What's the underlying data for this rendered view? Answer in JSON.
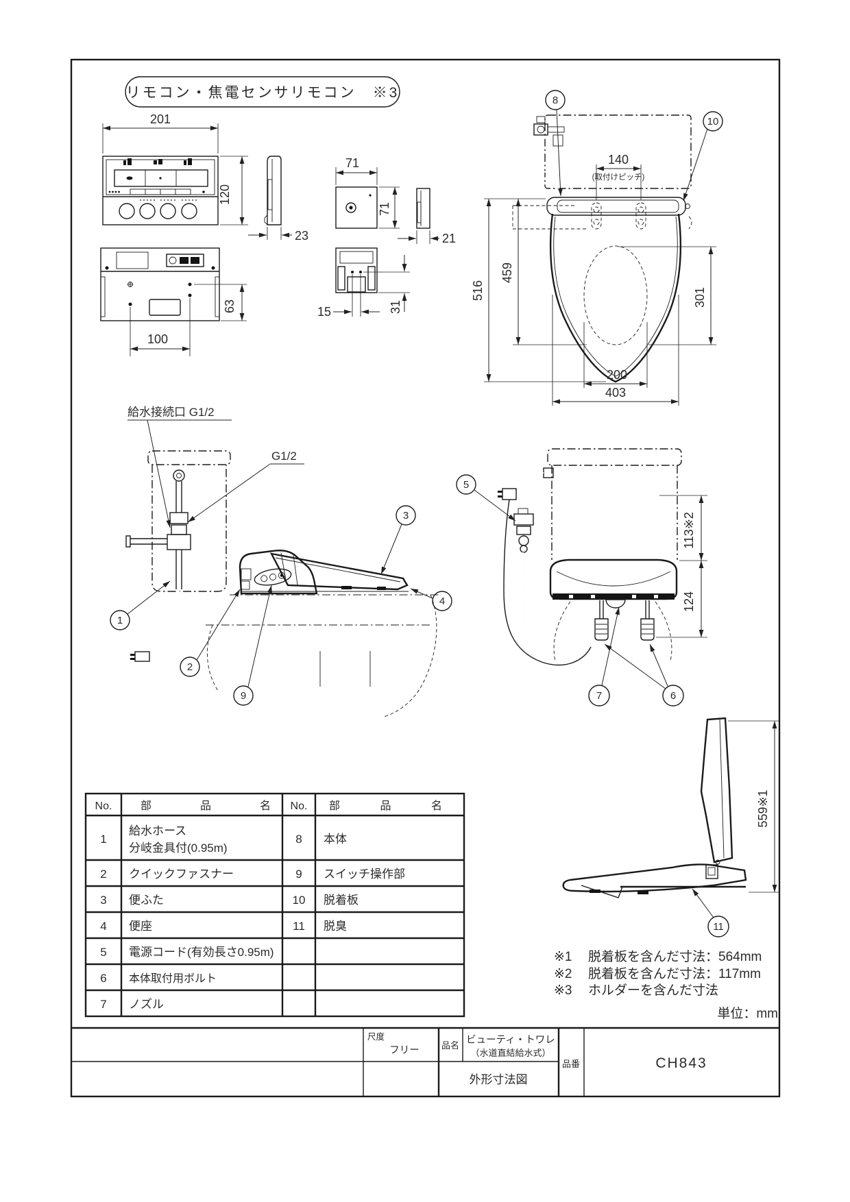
{
  "stadium_label": "リモコン・焦電センサリモコン　※3",
  "labels": {
    "water_inlet": "給水接続口 G1/2",
    "g12": "G1/2",
    "pitch_note": "(取付けピッチ)"
  },
  "dims": {
    "remote_width": "201",
    "remote_height": "120",
    "remote_depth": "23",
    "sensor_width": "71",
    "sensor_height": "71",
    "sensor_depth": "21",
    "remote_hole_height": "63",
    "remote_hole_pitch": "100",
    "sensor_hole_pitch": "15",
    "sensor_hole_height": "31",
    "mount_pitch": "140",
    "total_length": "516",
    "seat_length": "459",
    "opening_length": "301",
    "opening_width": "200",
    "seat_width": "403",
    "rear_height_upper": "113※2",
    "rear_height_lower": "124",
    "lid_open_height": "559※1"
  },
  "callouts": {
    "c1": "1",
    "c2": "2",
    "c3": "3",
    "c4": "4",
    "c5": "5",
    "c6": "6",
    "c7": "7",
    "c8": "8",
    "c9": "9",
    "c10": "10",
    "c11": "11"
  },
  "table": {
    "header_no": "No.",
    "header_name": "部　品　名",
    "left_rows": [
      {
        "no": "1",
        "name": "給水ホース",
        "name2": "分岐金具付(0.95m)"
      },
      {
        "no": "2",
        "name": "クイックファスナー"
      },
      {
        "no": "3",
        "name": "便ふた"
      },
      {
        "no": "4",
        "name": "便座"
      },
      {
        "no": "5",
        "name": "電源コード(有効長さ0.95m)"
      },
      {
        "no": "6",
        "name": "本体取付用ボルト"
      },
      {
        "no": "7",
        "name": "ノズル"
      }
    ],
    "right_rows": [
      {
        "no": "8",
        "name": "本体"
      },
      {
        "no": "9",
        "name": "スイッチ操作部"
      },
      {
        "no": "10",
        "name": "脱着板"
      },
      {
        "no": "11",
        "name": "脱臭"
      }
    ]
  },
  "notes": {
    "n1_ref": "※1",
    "n1": "脱着板を含んだ寸法：564mm",
    "n2_ref": "※2",
    "n2": "脱着板を含んだ寸法：117mm",
    "n3_ref": "※3",
    "n3": "ホルダーを含んだ寸法",
    "unit": "単位：mm"
  },
  "title_block": {
    "scale_label": "尺度",
    "scale_value": "フリー",
    "name_label": "品名",
    "product_name": "ビューティ・トワレ",
    "product_sub": "（水道直結給水式）",
    "drawing_type": "外形寸法図",
    "number_label": "品番",
    "part_number": "CH843"
  }
}
